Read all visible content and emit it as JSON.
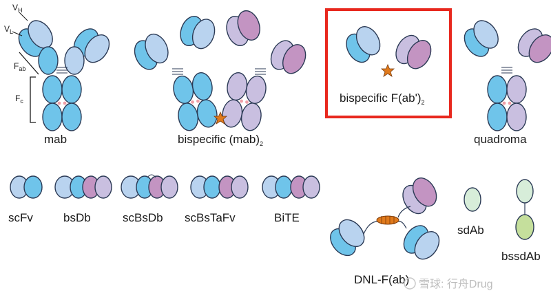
{
  "labels": {
    "vh": "V",
    "vh_sub": "H",
    "vl": "V",
    "vl_sub": "L",
    "fab": "F",
    "fab_sub": "ab",
    "fc": "F",
    "fc_sub": "c",
    "mab": "mab",
    "bispecific_mab2": "bispecific (mab)",
    "bispecific_mab2_sub": "2",
    "bispecific_fab2": "bispecific F(ab')",
    "bispecific_fab2_sub": "2",
    "quadroma": "quadroma",
    "scfv": "scFv",
    "bsdb": "bsDb",
    "scbsdb": "scBsDb",
    "scbstafv": "scBsTaFv",
    "bite": "BiTE",
    "dnl": "DNL-F(ab)",
    "sdab": "sdAb",
    "bssdab": "bssdAb"
  },
  "watermark": "雪球: 行舟Drug",
  "colors": {
    "blue": "#6fc4ea",
    "light_blue": "#b9d3ef",
    "lavender": "#c9bfe0",
    "purple": "#c394c2",
    "green_light": "#d7edd9",
    "green": "#c5df9c",
    "highlight_box": "#e8281e",
    "star": "#e07a1c"
  }
}
